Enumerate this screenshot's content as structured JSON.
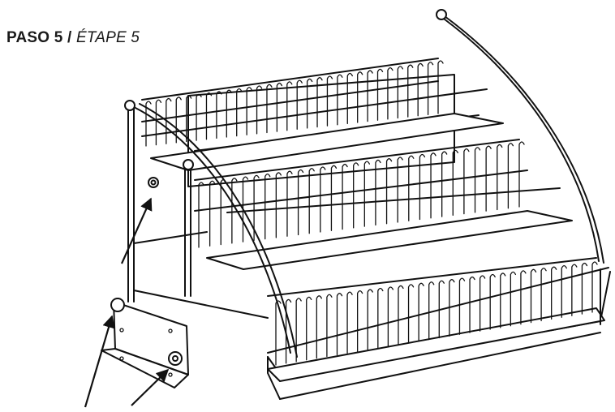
{
  "step": {
    "title_es": "PASO 5",
    "separator": "/",
    "title_fr": "ÉTAPE 5"
  },
  "illustration": {
    "subject": "three-tier wire spice rack with mounting bracket",
    "arrow_count": 3,
    "line_color": "#111111"
  }
}
